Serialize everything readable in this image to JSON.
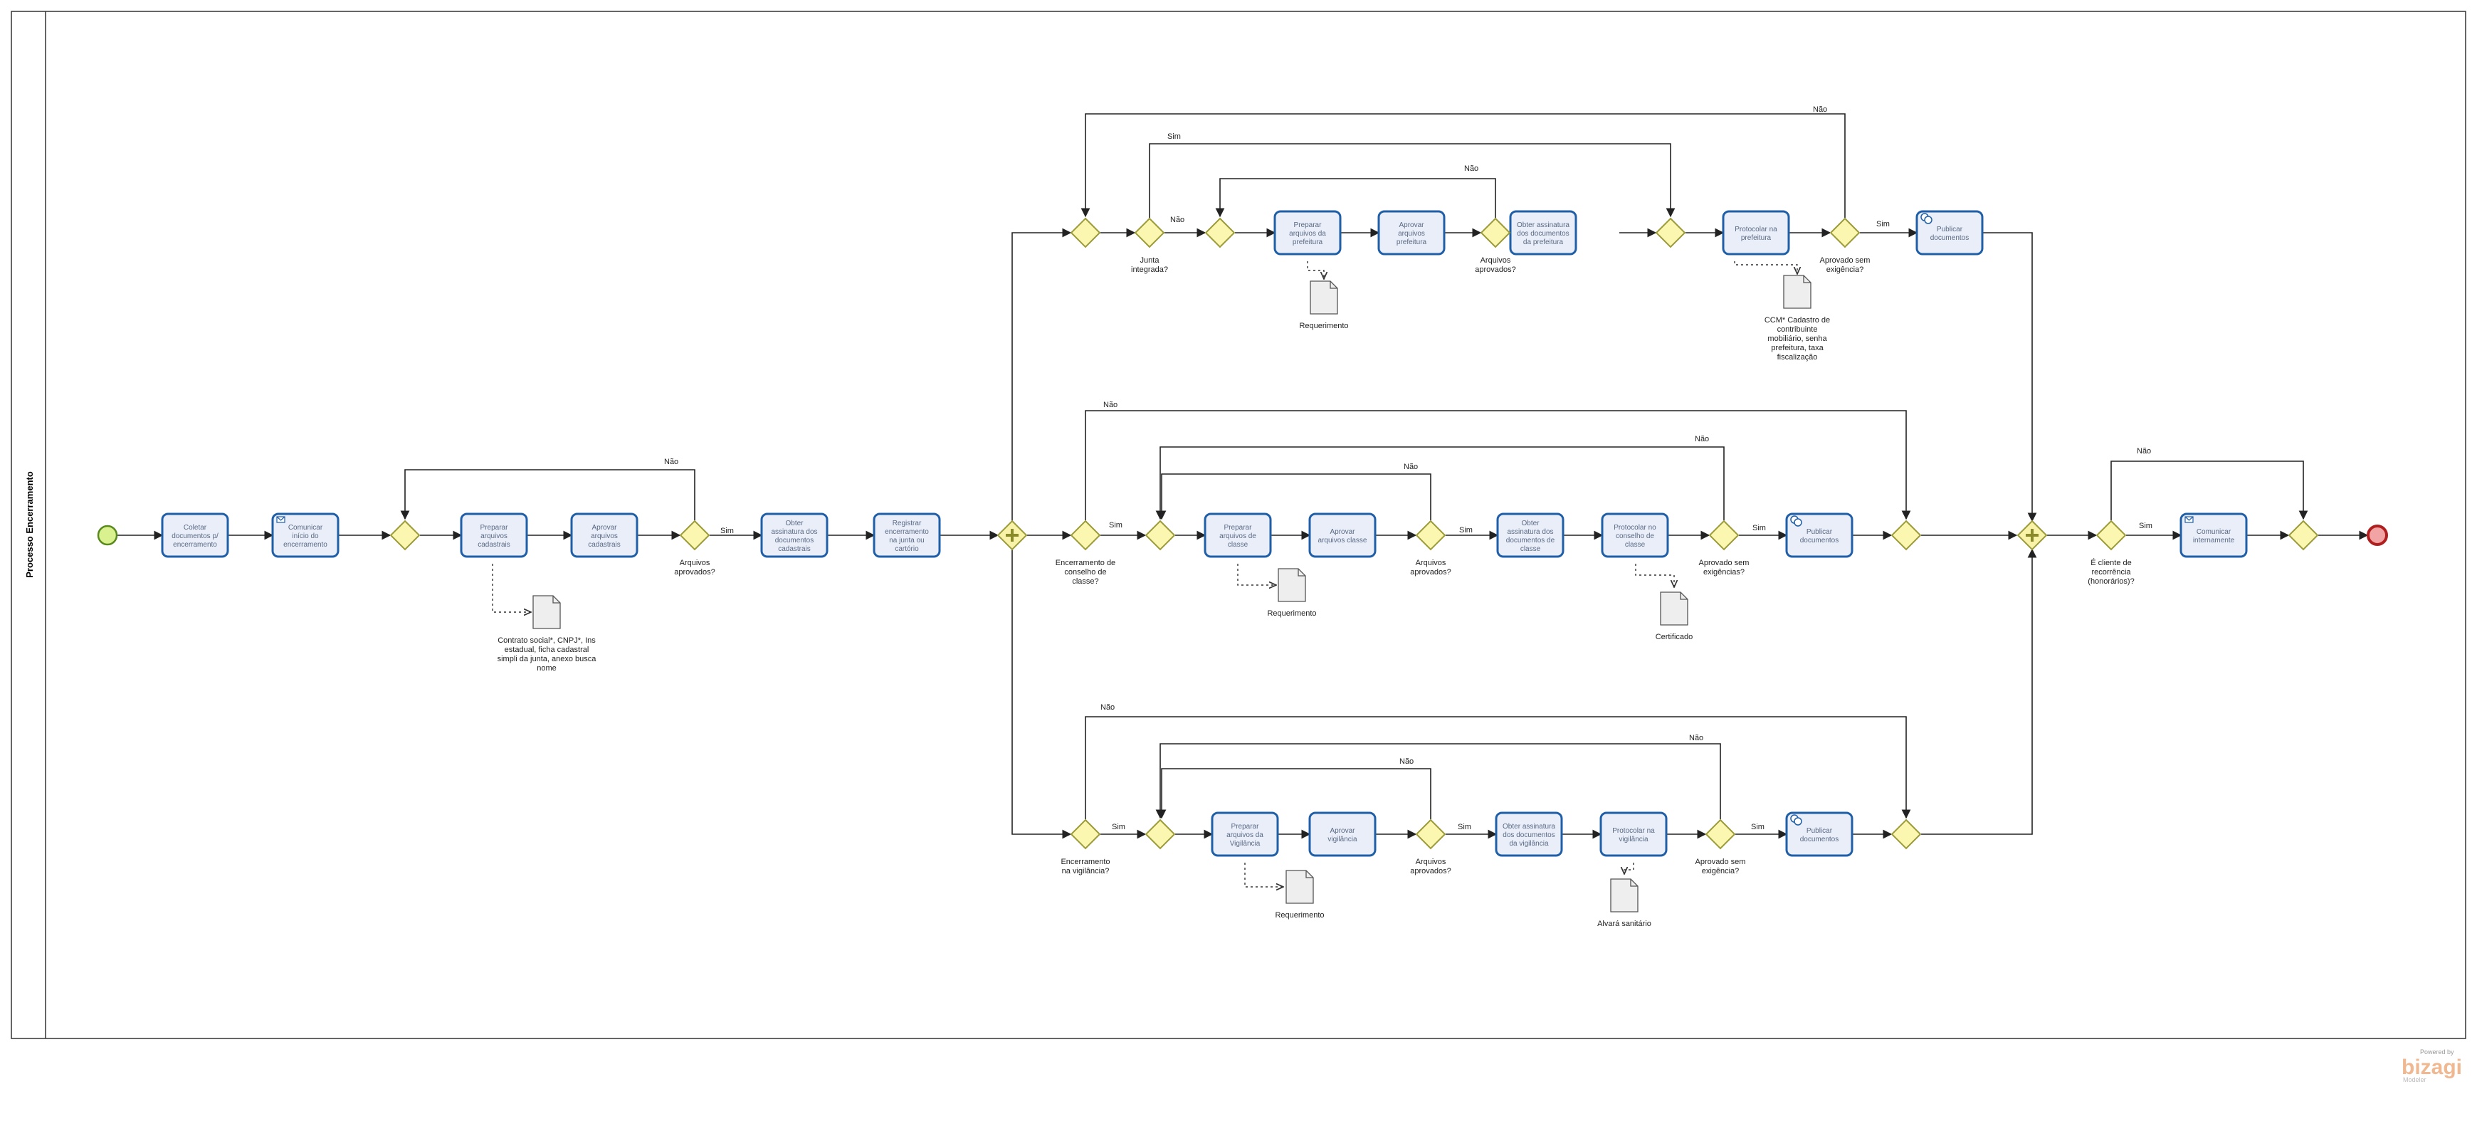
{
  "pool_title": "Processo Encerramento",
  "events": {
    "start": "start-event",
    "end": "end-event"
  },
  "tasks": {
    "t1": [
      "Coletar",
      "documentos p/",
      "encerramento"
    ],
    "t2": [
      "Comunicar",
      "início do",
      "encerramento"
    ],
    "t3": [
      "Preparar",
      "arquivos",
      "cadastrais"
    ],
    "t4": [
      "Aprovar",
      "arquivos",
      "cadastrais"
    ],
    "t5": [
      "Obter",
      "assinatura dos",
      "documentos",
      "cadastrais"
    ],
    "t6": [
      "Registrar",
      "encerramento",
      "na junta ou",
      "cartório"
    ],
    "p1": [
      "Preparar",
      "arquivos da",
      "prefeitura"
    ],
    "a1": [
      "Aprovar",
      "arquivos",
      "prefeitura"
    ],
    "o1": [
      "Obter assinatura",
      "dos documentos",
      "da prefeitura"
    ],
    "r1": [
      "Protocolar na",
      "prefeitura"
    ],
    "u1": [
      "Publicar",
      "documentos"
    ],
    "p2": [
      "Preparar",
      "arquivos de",
      "classe"
    ],
    "a2": [
      "Aprovar",
      "arquivos classe"
    ],
    "o2": [
      "Obter",
      "assinatura dos",
      "documentos de",
      "classe"
    ],
    "r2": [
      "Protocolar no",
      "conselho de",
      "classe"
    ],
    "u2": [
      "Publicar",
      "documentos"
    ],
    "p3": [
      "Preparar",
      "arquivos da",
      "Vigilância"
    ],
    "a3": [
      "Aprovar",
      "vigilância"
    ],
    "o3": [
      "Obter assinatura",
      "dos documentos",
      "da vigilância"
    ],
    "r3": [
      "Protocolar na",
      "vigilância"
    ],
    "u3": [
      "Publicar",
      "documentos"
    ],
    "f1": [
      "Comunicar",
      "internamente"
    ]
  },
  "gateway_labels": {
    "g_aprov_cad": [
      "Arquivos",
      "aprovados?"
    ],
    "g_junta": [
      "Junta",
      "integrada?"
    ],
    "g_aprov_pref": [
      "Arquivos",
      "aprovados?"
    ],
    "g_sem_exig_pref": [
      "Aprovado sem",
      "exigência?"
    ],
    "g_conselho": [
      "Encerramento de",
      "conselho de",
      "classe?"
    ],
    "g_aprov_classe": [
      "Arquivos",
      "aprovados?"
    ],
    "g_sem_exig_classe": [
      "Aprovado sem",
      "exigências?"
    ],
    "g_vigil": [
      "Encerramento",
      "na vigilância?"
    ],
    "g_aprov_vigil": [
      "Arquivos",
      "aprovados?"
    ],
    "g_sem_exig_vigil": [
      "Aprovado sem",
      "exigência?"
    ],
    "g_honor": [
      "É cliente de",
      "recorrência",
      "(honorários)?"
    ]
  },
  "documents": {
    "d_cad": [
      "Contrato social*, CNPJ*, Ins",
      "estadual, ficha cadastral",
      "simpli da junta, anexo busca",
      "nome"
    ],
    "d_req_pref": [
      "Requerimento"
    ],
    "d_ccm": [
      "CCM* Cadastro de",
      "contribuinte",
      "mobiliário, senha",
      "prefeitura, taxa",
      "fiscalização"
    ],
    "d_req_classe": [
      "Requerimento"
    ],
    "d_cert": [
      "Certificado"
    ],
    "d_req_vigil": [
      "Requerimento"
    ],
    "d_alvara": [
      "Alvará sanitário"
    ]
  },
  "flow_labels": {
    "sim": "Sim",
    "nao": "Não"
  },
  "watermark": {
    "line1": "Powered by",
    "brand": "bizagi",
    "line2": "Modeler"
  },
  "colors": {
    "task_fill": "#e9eef8",
    "task_stroke": "#1f5fa8",
    "gateway_fill": "#fbf6b0",
    "start_fill": "#d9f28f",
    "end_fill": "#f2a3a3"
  }
}
